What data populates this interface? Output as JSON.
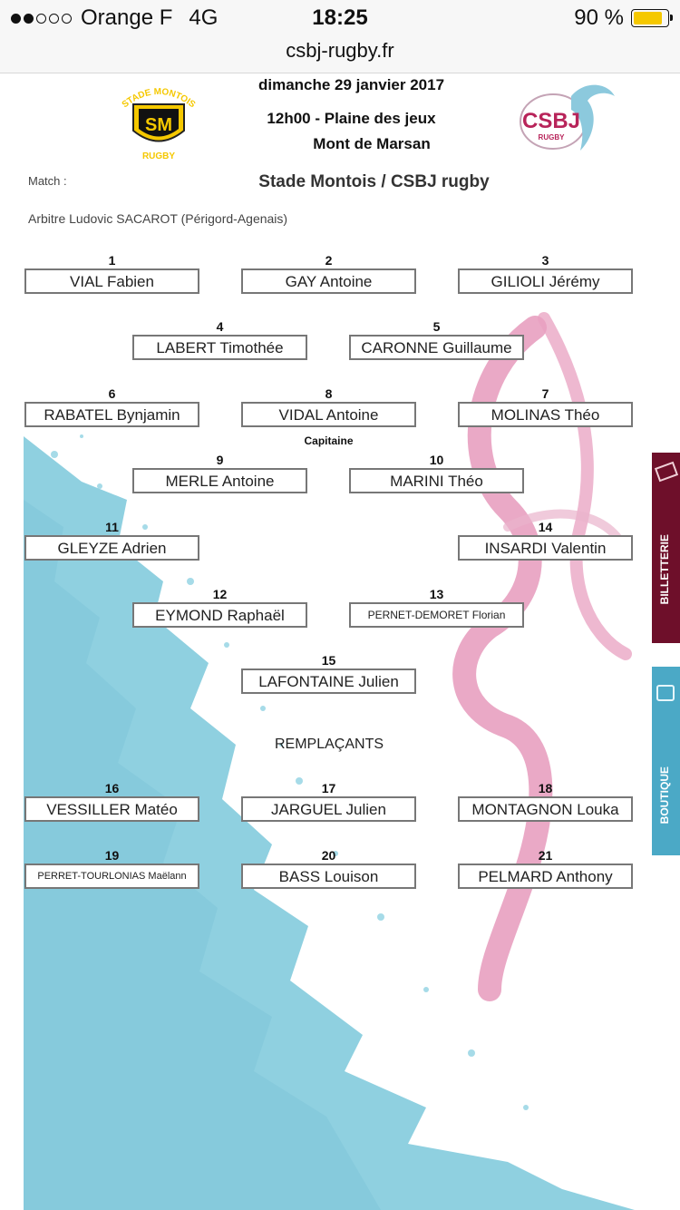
{
  "status_bar": {
    "carrier": "Orange F",
    "network": "4G",
    "time": "18:25",
    "battery_text": "90 %",
    "battery_level": 0.9,
    "signal_bars": 2,
    "signal_total": 5
  },
  "browser": {
    "url": "csbj-rugby.fr"
  },
  "logos": {
    "home": {
      "arc_text": "STADE MONTOIS",
      "initials": "SM",
      "bottom_text": "RUGBY",
      "color": "#f5c800"
    },
    "away": {
      "name": "CSBJ",
      "sub": "RUGBY",
      "color": "#b8245a"
    }
  },
  "header": {
    "date": "dimanche 29 janvier 2017",
    "time_place": "12h00 - Plaine des jeux",
    "city": "Mont de Marsan",
    "match_label": "Match :",
    "match_title": "Stade Montois / CSBJ rugby",
    "referee": "Arbitre Ludovic SACAROT (Périgord-Agenais)"
  },
  "players": [
    {
      "num": "1",
      "name": "VIAL Fabien"
    },
    {
      "num": "2",
      "name": "GAY Antoine"
    },
    {
      "num": "3",
      "name": "GILIOLI Jérémy"
    },
    {
      "num": "4",
      "name": "LABERT Timothée"
    },
    {
      "num": "5",
      "name": "CARONNE Guillaume"
    },
    {
      "num": "6",
      "name": "RABATEL Bynjamin"
    },
    {
      "num": "8",
      "name": "VIDAL Antoine"
    },
    {
      "num": "7",
      "name": "MOLINAS Théo"
    },
    {
      "num": "9",
      "name": "MERLE Antoine"
    },
    {
      "num": "10",
      "name": "MARINI Théo"
    },
    {
      "num": "11",
      "name": "GLEYZE Adrien"
    },
    {
      "num": "14",
      "name": "INSARDI Valentin"
    },
    {
      "num": "12",
      "name": "EYMOND Raphaël"
    },
    {
      "num": "13",
      "name": "PERNET-DEMORET Florian"
    },
    {
      "num": "15",
      "name": "LAFONTAINE Julien"
    }
  ],
  "captain_label": "Capitaine",
  "substitutes_title": "REMPLAÇANTS",
  "substitutes": [
    {
      "num": "16",
      "name": "VESSILLER Matéo"
    },
    {
      "num": "17",
      "name": "JARGUEL Julien"
    },
    {
      "num": "18",
      "name": "MONTAGNON Louka"
    },
    {
      "num": "19",
      "name": "PERRET-TOURLONIAS Maëlann"
    },
    {
      "num": "20",
      "name": "BASS Louison"
    },
    {
      "num": "21",
      "name": "PELMARD Anthony"
    }
  ],
  "side_tabs": [
    {
      "text": "BILLETTERIE",
      "color": "#6e0f2a"
    },
    {
      "text": "BOUTIQUE",
      "color": "#4ba9c6"
    }
  ],
  "colors": {
    "splash_blue": "#8fd0e0",
    "splash_pink": "#e8a0c0"
  }
}
